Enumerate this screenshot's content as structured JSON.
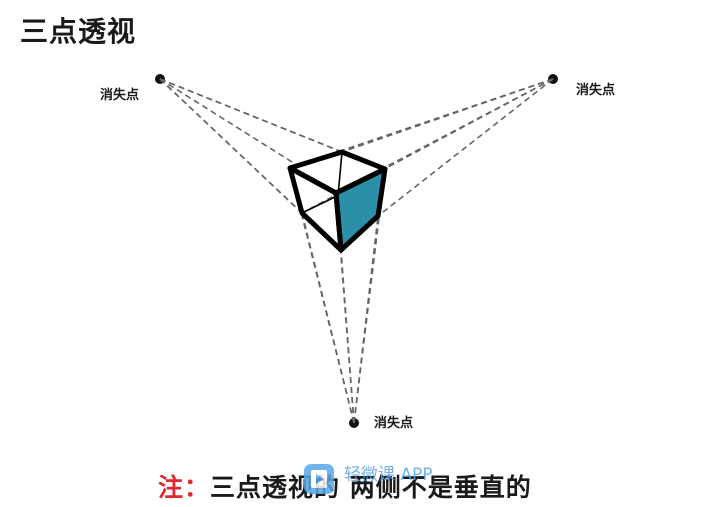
{
  "title": "三点透视",
  "vanishing_points": {
    "left_label": "消失点",
    "right_label": "消失点",
    "bottom_label": "消失点"
  },
  "note": {
    "prefix": "注：",
    "text": "三点透视的   两侧不是垂直的"
  },
  "watermark": {
    "app_name": "轻微课 APP"
  },
  "colors": {
    "cube_face_fill": "#2b8fa8",
    "note_prefix": "#e0282e",
    "watermark_blue": "#5aa6e6"
  }
}
